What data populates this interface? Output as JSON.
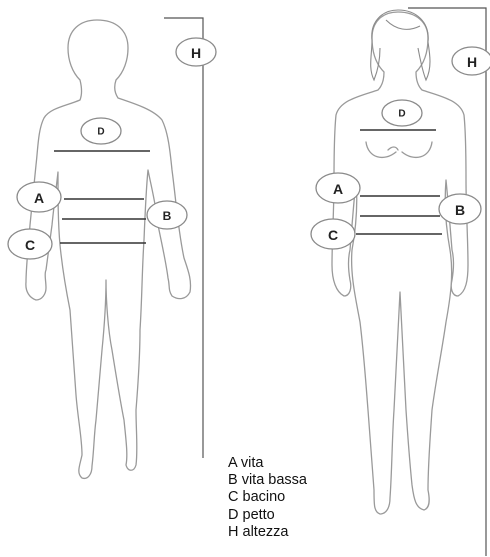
{
  "male": {
    "badges": {
      "height": "H",
      "chest": "D",
      "waist": "A",
      "low_waist": "B",
      "hips": "C"
    }
  },
  "female": {
    "badges": {
      "height": "H",
      "chest": "D",
      "waist": "A",
      "low_waist": "B",
      "hips": "C"
    }
  },
  "legend": [
    {
      "text": "A vita"
    },
    {
      "text": "B vita bassa"
    },
    {
      "text": "C bacino"
    },
    {
      "text": "D petto"
    },
    {
      "text": "H altezza"
    }
  ],
  "colors": {
    "outline": "#9a9a9a",
    "measure_line": "#333333",
    "text": "#111111"
  }
}
